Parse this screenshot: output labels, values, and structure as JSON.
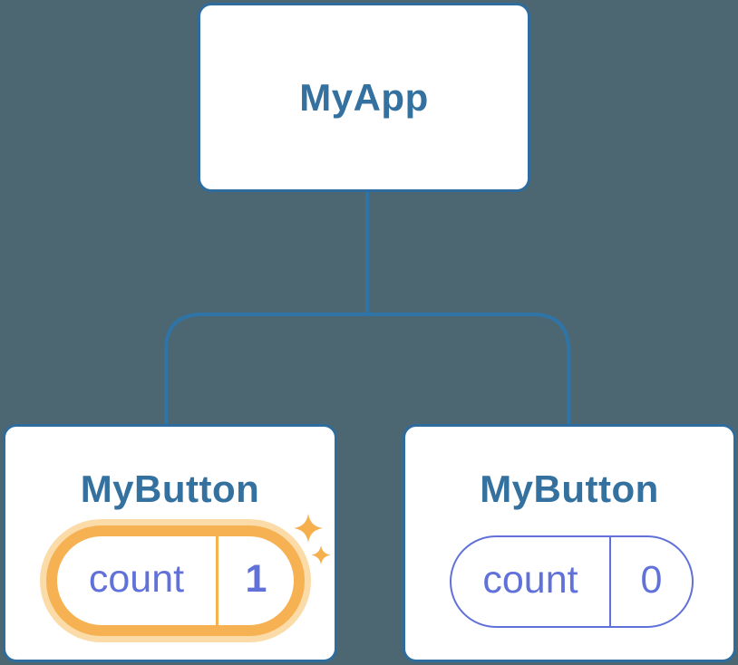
{
  "diagram": {
    "description": "React component tree diagram: MyApp root with two MyButton children holding isolated count state",
    "root": {
      "title": "MyApp"
    },
    "children": [
      {
        "title": "MyButton",
        "state": {
          "label": "count",
          "value": "1"
        },
        "highlighted": true,
        "badge_icon": "sparkles"
      },
      {
        "title": "MyButton",
        "state": {
          "label": "count",
          "value": "0"
        },
        "highlighted": false
      }
    ]
  },
  "colors": {
    "bg": "#4C6771",
    "line": "#2F74A6",
    "card_border": "#2D6C9D",
    "card_bg": "#FFFFFF",
    "title": "#35719F",
    "indigo": "#6171DA",
    "orange": "#F6B152",
    "glow": "#FBDCA9",
    "sparkle": "#F5AF4D"
  }
}
